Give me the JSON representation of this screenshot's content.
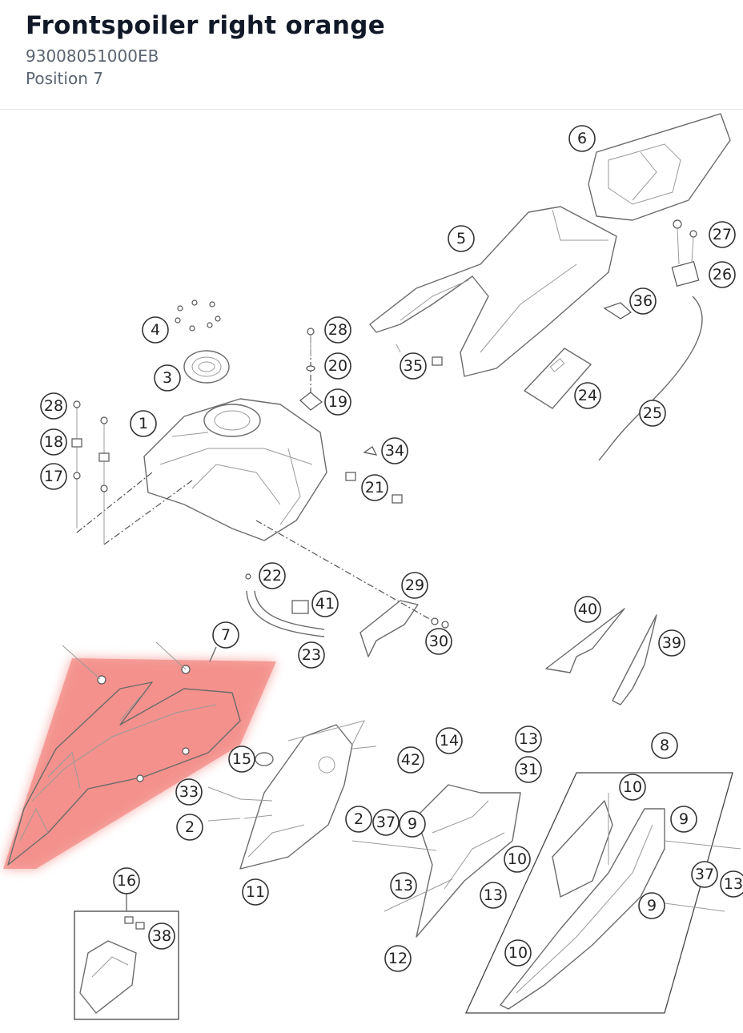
{
  "part": {
    "title": "Frontspoiler right orange",
    "number": "93008051000EB",
    "position": "Position 7"
  },
  "highlight_color": "#f38a84",
  "diagram": {
    "callouts": [
      "1",
      "2",
      "2",
      "3",
      "4",
      "5",
      "6",
      "7",
      "8",
      "9",
      "9",
      "9",
      "9",
      "10",
      "10",
      "10",
      "11",
      "12",
      "13",
      "13",
      "13",
      "13",
      "13",
      "14",
      "15",
      "16",
      "17",
      "18",
      "19",
      "20",
      "21",
      "22",
      "23",
      "24",
      "25",
      "26",
      "27",
      "28",
      "28",
      "29",
      "30",
      "31",
      "33",
      "34",
      "35",
      "36",
      "37",
      "37",
      "38",
      "39",
      "40",
      "41",
      "42"
    ],
    "highlighted_callout": "7"
  }
}
